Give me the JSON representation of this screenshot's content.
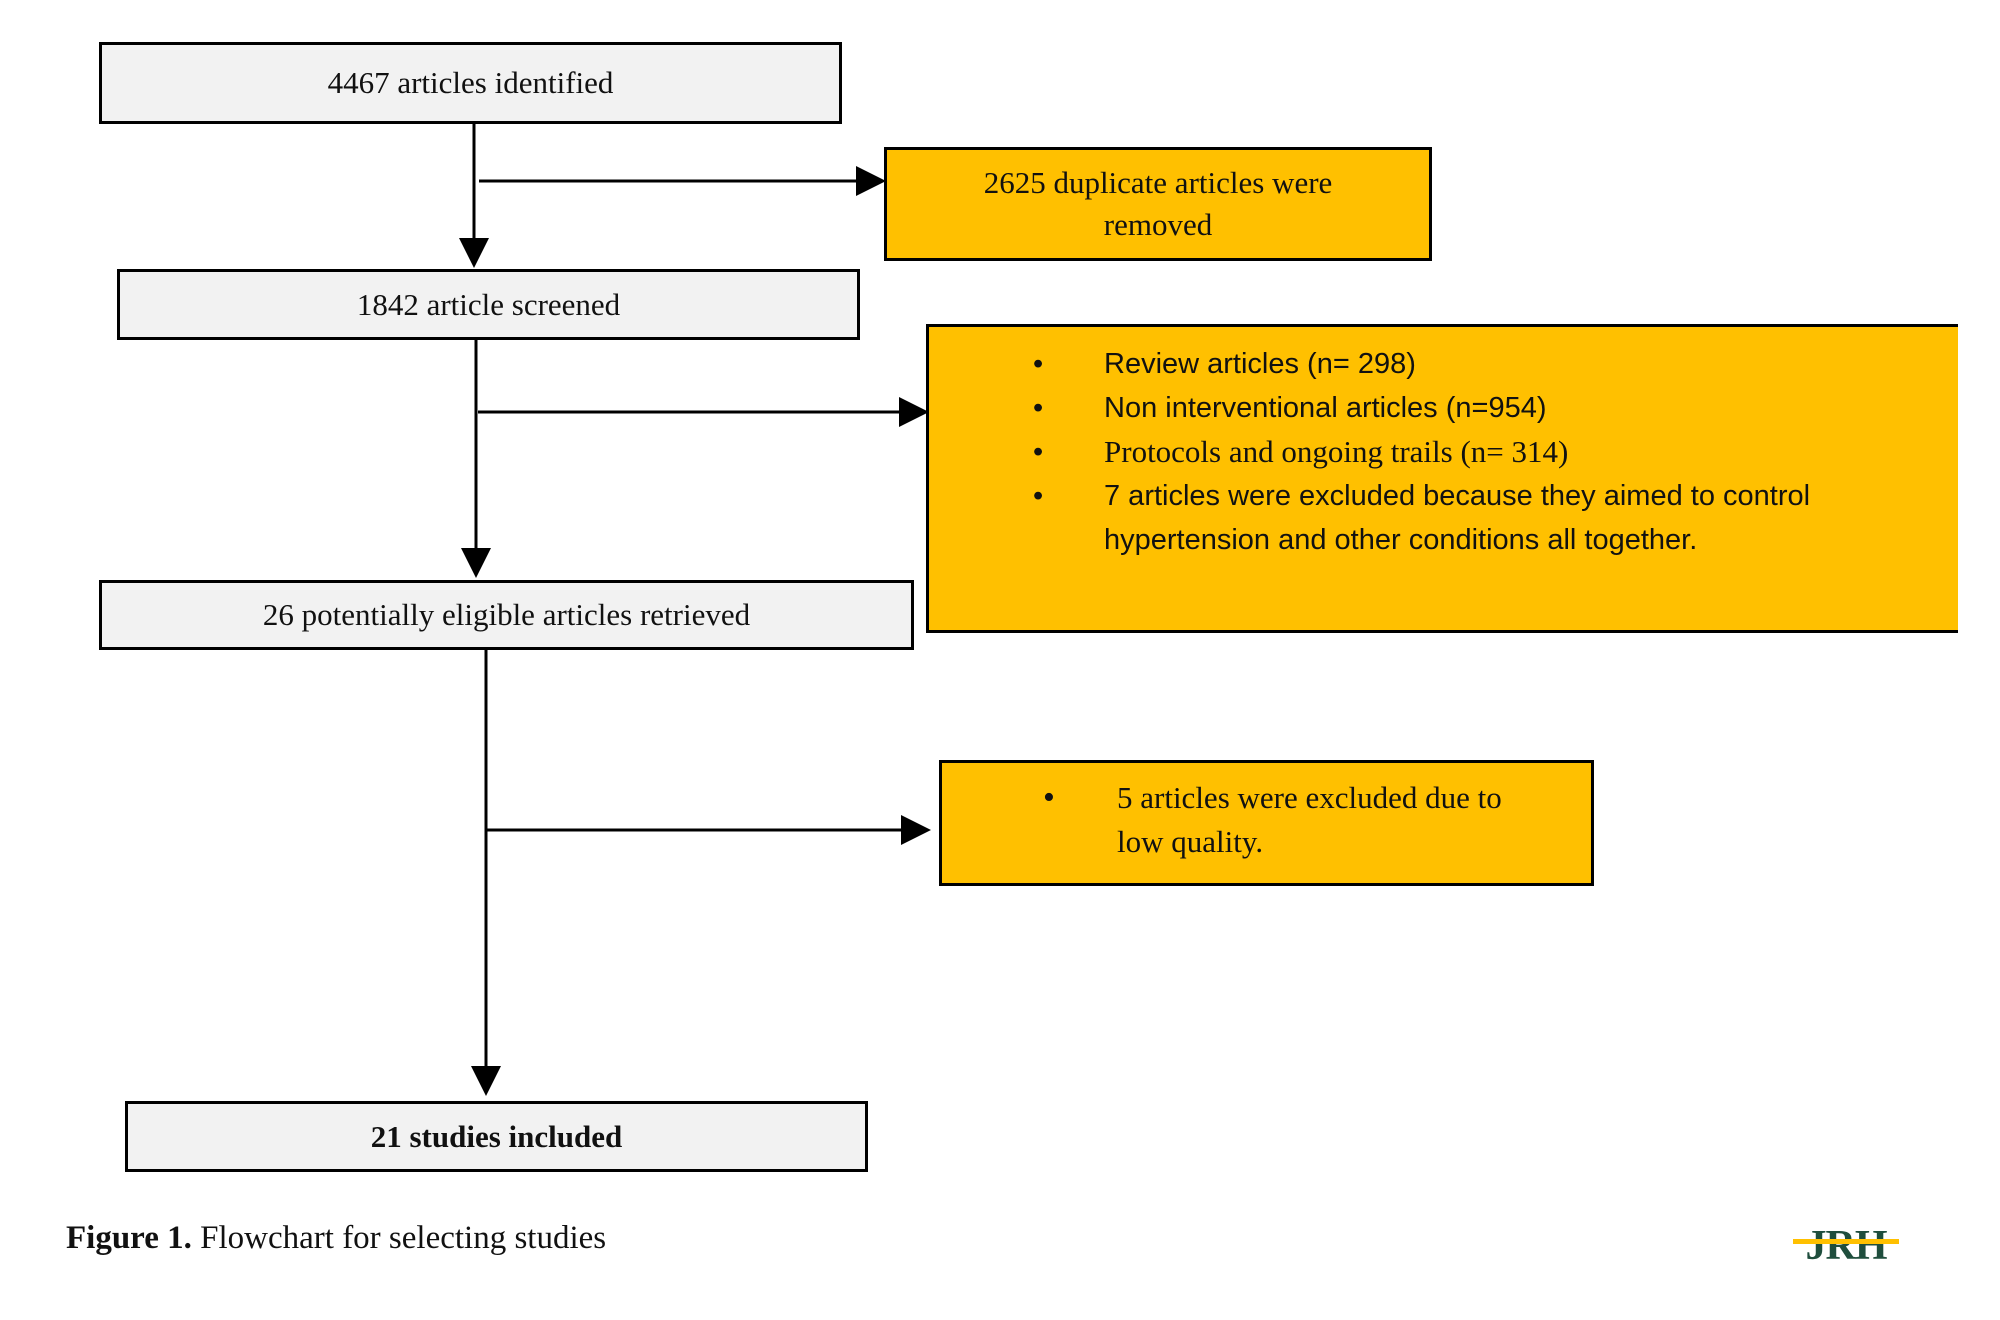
{
  "flowchart": {
    "identified": "4467 articles identified",
    "duplicates": {
      "line1": "2625 duplicate articles were",
      "line2": "removed"
    },
    "screened": "1842 article screened",
    "exclusions": [
      {
        "text": "Review articles (n= 298)"
      },
      {
        "text": "Non interventional articles (n=954)"
      },
      {
        "text": "Protocols and ongoing trails (n= 314)"
      },
      {
        "text": "7 articles were excluded because they aimed to control"
      },
      {
        "text": "hypertension and other conditions all together."
      }
    ],
    "bullet": "•",
    "retrieved": "26 potentially eligible articles  retrieved",
    "low_quality": {
      "line1": "5 articles were excluded due to",
      "line2": "low quality."
    },
    "included": "21 studies included"
  },
  "caption": {
    "label": "Figure 1.",
    "text": " Flowchart for selecting studies"
  },
  "logo": {
    "text": "JRH",
    "color_primary": "#1f4e3d",
    "color_accent": "#ffc000"
  },
  "colors": {
    "process_box": "#f2f2f2",
    "exclusion_box": "#ffc000",
    "border": "#000000"
  }
}
